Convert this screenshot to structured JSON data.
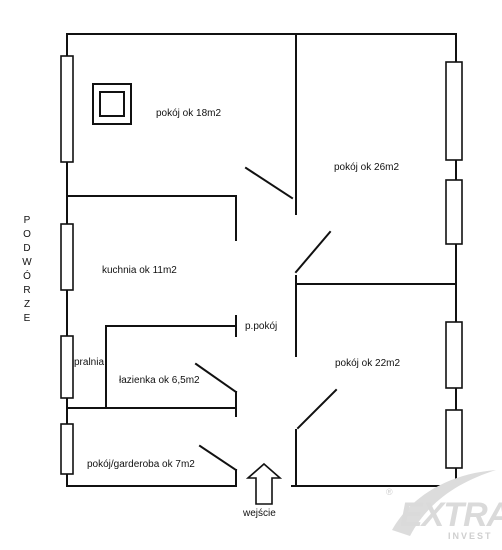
{
  "plan": {
    "side_label": "PODWÓRZE",
    "rooms": {
      "room_18": "pokój ok 18m2",
      "room_26": "pokój  ok 26m2",
      "kitchen": "kuchnia ok 11m2",
      "hall": "p.pokój",
      "laundry": "pralnia",
      "bathroom": "łazienka ok 6,5m2",
      "room_22": "pokój ok 22m2",
      "wardrobe": "pokój/garderoba ok 7m2"
    },
    "entrance": "wejście"
  },
  "watermark": {
    "brand": "EXTRA",
    "sub": "INVEST",
    "mark": "®"
  },
  "colors": {
    "line": "#111111",
    "watermark": "#d9d9d9"
  }
}
